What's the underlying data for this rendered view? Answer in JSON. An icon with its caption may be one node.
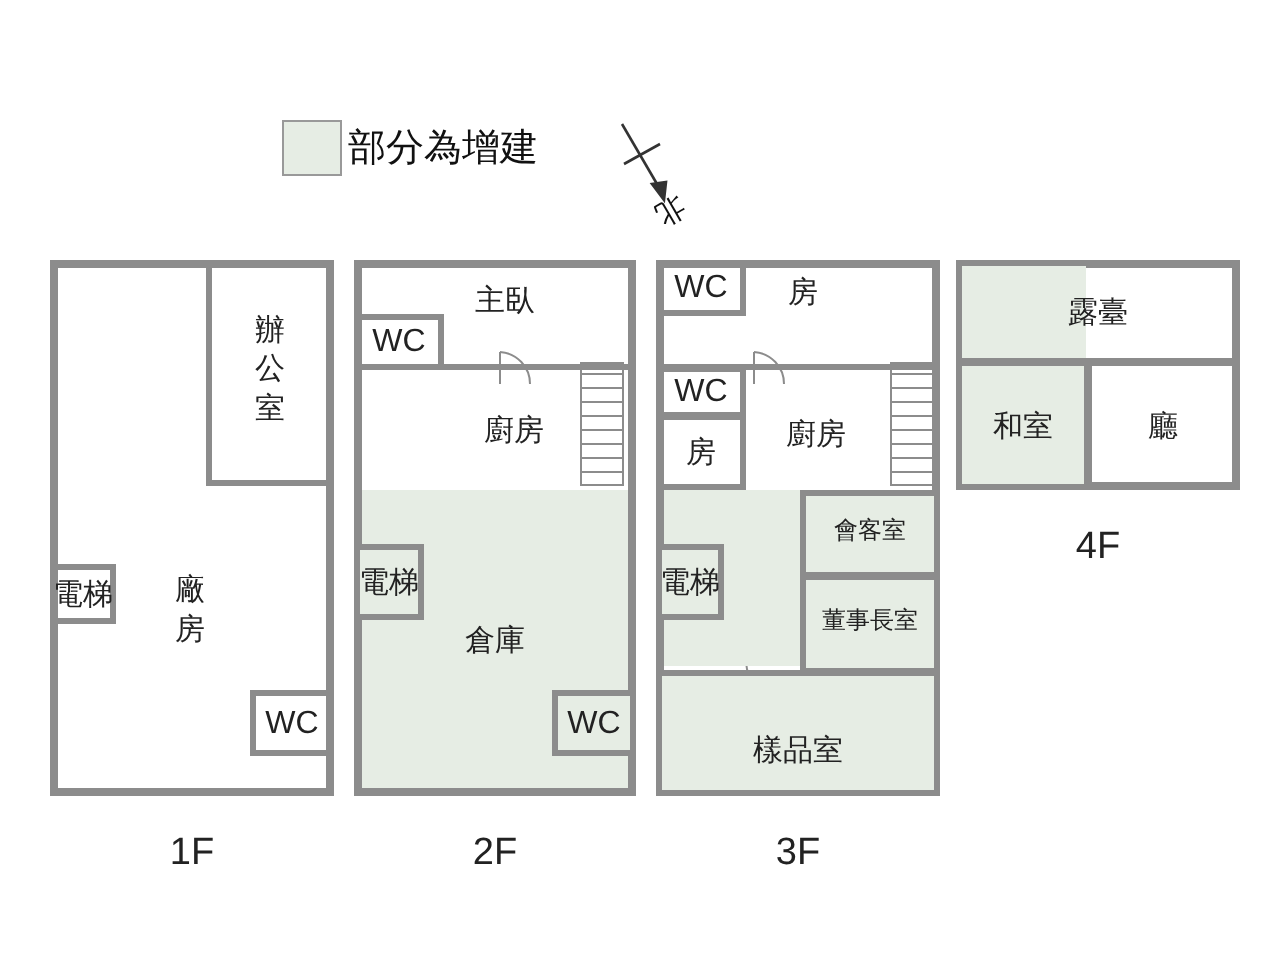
{
  "diagram": {
    "nodes": [
      {
        "text": [
          "1F"
        ]
      },
      {
        "text": [
          "辦公室"
        ],
        "in": 0
      },
      {
        "text": [
          "電梯"
        ],
        "in": 0
      },
      {
        "text": [
          "廠房"
        ],
        "in": 0
      },
      {
        "text": [
          "WC"
        ],
        "in": 0
      },
      {
        "text": [
          "2F"
        ]
      },
      {
        "text": [
          "主臥"
        ],
        "in": 5
      },
      {
        "text": [
          "WC"
        ],
        "in": 6
      },
      {
        "text": [
          "廚房"
        ],
        "in": 5
      },
      {
        "text": [
          "倉庫"
        ],
        "in": 5
      },
      {
        "text": [
          "電梯"
        ],
        "in": 9
      },
      {
        "text": [
          "WC"
        ],
        "in": 9
      },
      {
        "text": [
          "3F"
        ]
      },
      {
        "text": [
          "房"
        ],
        "in": 12
      },
      {
        "text": [
          "WC"
        ],
        "in": 13
      },
      {
        "text": [
          "WC"
        ],
        "in": 12
      },
      {
        "text": [
          "房"
        ],
        "in": 12
      },
      {
        "text": [
          "廚房"
        ],
        "in": 12
      },
      {
        "text": [
          "會客室"
        ],
        "in": 12
      },
      {
        "text": [
          "電梯"
        ],
        "in": 12
      },
      {
        "text": [
          "董事長室"
        ],
        "in": 12
      },
      {
        "text": [
          "樣品室"
        ],
        "in": 12
      },
      {
        "text": [
          "4F"
        ]
      },
      {
        "text": [
          "露臺"
        ],
        "in": 22
      },
      {
        "text": [
          "和室"
        ],
        "in": 22
      },
      {
        "text": [
          "廳"
        ],
        "in": 22
      }
    ],
    "labels": [
      "北"
    ],
    "legend": [
      {
        "text": "部分為增建",
        "color": "#e6ede4"
      }
    ]
  }
}
